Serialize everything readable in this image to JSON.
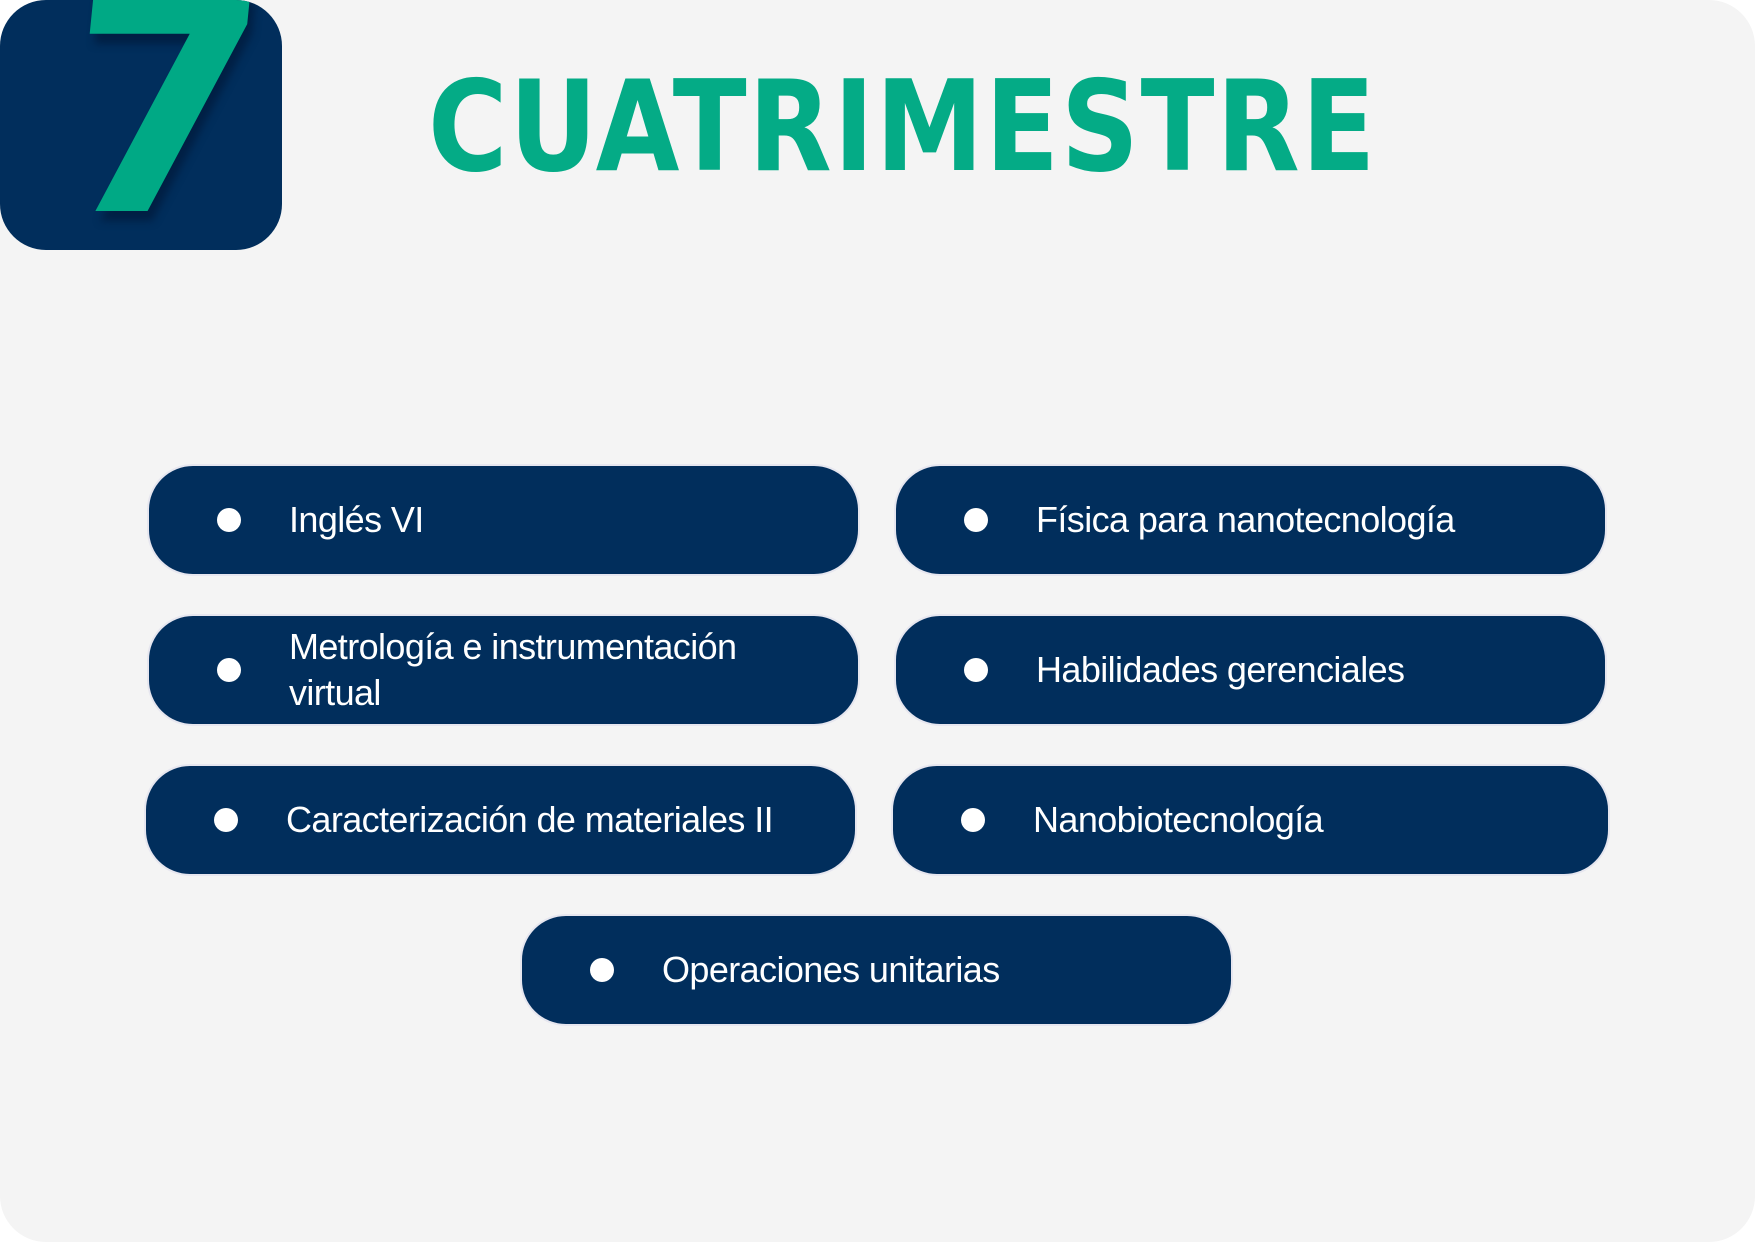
{
  "badge": {
    "number": "7"
  },
  "title": "CUATRIMESTRE",
  "subjects": [
    {
      "label": "Inglés VI"
    },
    {
      "label": "Física para nanotecnología"
    },
    {
      "label": "Metrología e instrumentación virtual"
    },
    {
      "label": "Habilidades gerenciales"
    },
    {
      "label": "Caracterización de materiales II"
    },
    {
      "label": "Nanobiotecnología"
    },
    {
      "label": "Operaciones unitarias"
    }
  ],
  "colors": {
    "navy": "#012e5c",
    "green": "#04ab86",
    "background": "#f4f4f4"
  }
}
